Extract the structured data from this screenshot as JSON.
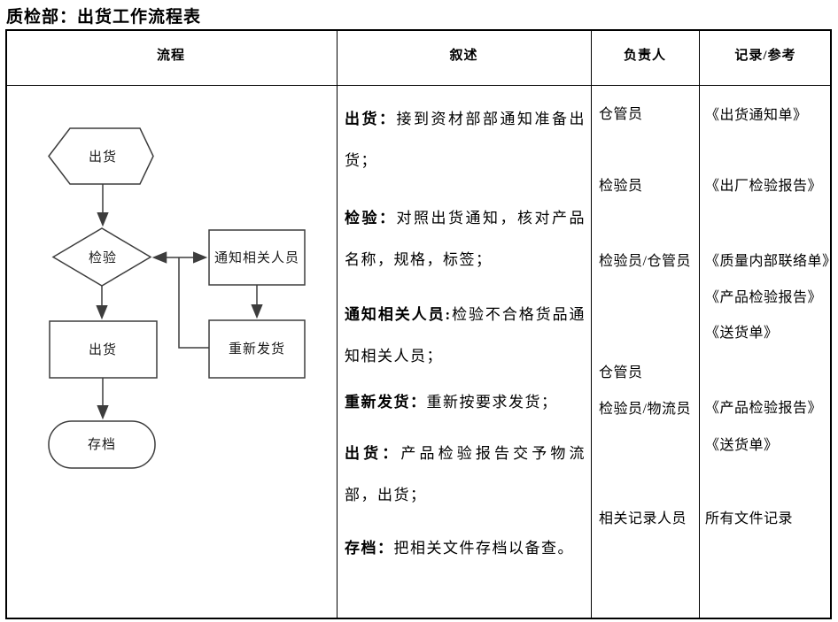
{
  "page": {
    "title": "质检部：出货工作流程表"
  },
  "colors": {
    "border": "#000000",
    "flow_line": "#3d3d3d",
    "text": "#000000",
    "background": "#ffffff"
  },
  "table": {
    "headers": {
      "process": "流程",
      "description": "叙述",
      "responsible": "负责人",
      "records": "记录/参考"
    }
  },
  "flowchart": {
    "start": "出货",
    "check": "检验",
    "ship": "出货",
    "archive": "存档",
    "notify": "通知相关人员",
    "reship": "重新发货"
  },
  "description": {
    "paragraphs": [
      {
        "label": "出货：",
        "text": "接到资材部部通知准备出货；"
      },
      {
        "label": "检验：",
        "text": "对照出货通知，核对产品名称，规格，标签；"
      },
      {
        "label": "通知相关人员:",
        "text": "检验不合格货品通知相关人员；"
      },
      {
        "label": "重新发货：",
        "text": "重新按要求发货；"
      },
      {
        "label": "出货：",
        "text": "产品检验报告交予物流部，出货；"
      },
      {
        "label": "存档：",
        "text": "把相关文件存档以备查。"
      }
    ]
  },
  "responsible": {
    "items": [
      "仓管员",
      "检验员",
      "检验员/仓管员",
      "仓管员",
      "检验员/物流员",
      "相关记录人员"
    ]
  },
  "records": {
    "items": [
      "《出货通知单》",
      "《出厂检验报告》",
      "《质量内部联络单》",
      "《产品检验报告》",
      "《送货单》",
      "《产品检验报告》",
      "《送货单》",
      "所有文件记录"
    ]
  }
}
